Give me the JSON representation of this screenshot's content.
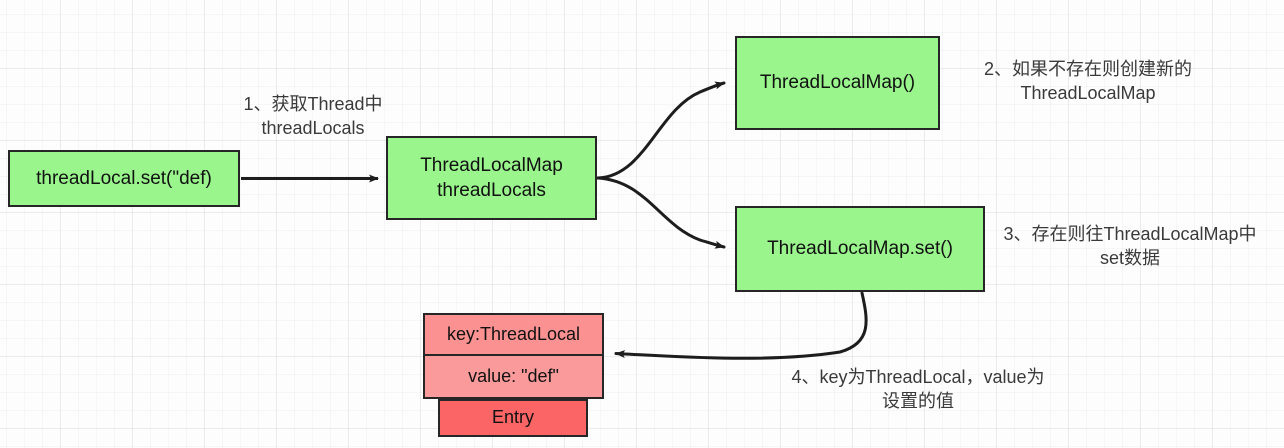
{
  "diagram": {
    "title": "ThreadLocal set flow",
    "colors": {
      "node_green": "#99f58c",
      "entry_key_pink": "#fb9191",
      "entry_value_pink": "#fb9a9a",
      "entry_label_red": "#fc6565",
      "border": "#262626",
      "background": "#fdfdfd",
      "text": "#111111",
      "annotation_text": "#3a3a3a"
    },
    "nodes": {
      "threadlocal_set": "threadLocal.set(\"def)",
      "threadlocalmap_field": "ThreadLocalMap\nthreadLocals",
      "threadlocalmap_ctor": "ThreadLocalMap()",
      "threadlocalmap_set": "ThreadLocalMap.set()",
      "entry_key": "key:ThreadLocal",
      "entry_value": "value: \"def\"",
      "entry_label": "Entry"
    },
    "annotations": {
      "step1": "1、获取Thread中\nthreadLocals",
      "step2": "2、如果不存在则创建新的\nThreadLocalMap",
      "step3": "3、存在则往ThreadLocalMap中\nset数据",
      "step4": "4、key为ThreadLocal，value为\n设置的值"
    },
    "edges": [
      {
        "name": "set-to-map-field",
        "from": "threadlocal_set",
        "to": "threadlocalmap_field",
        "style": "straight"
      },
      {
        "name": "map-field-to-ctor",
        "from": "threadlocalmap_field",
        "to": "threadlocalmap_ctor",
        "style": "curved"
      },
      {
        "name": "map-field-to-set",
        "from": "threadlocalmap_field",
        "to": "threadlocalmap_set",
        "style": "curved"
      },
      {
        "name": "map-set-to-entry",
        "from": "threadlocalmap_set",
        "to": "entry_key",
        "style": "curved"
      }
    ]
  }
}
